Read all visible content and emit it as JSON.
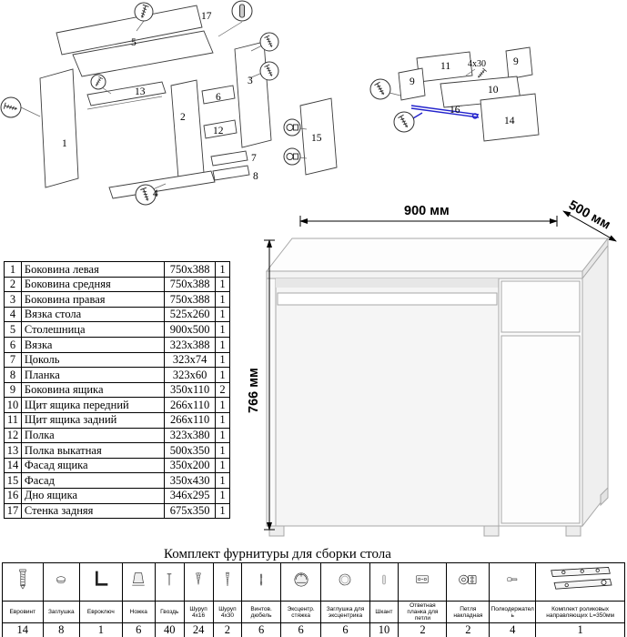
{
  "exploded_desk": {
    "labels": {
      "p1": "1",
      "p2": "2",
      "p3": "3",
      "p4": "4",
      "p5": "5",
      "p6": "6",
      "p7": "7",
      "p8": "8",
      "p12": "12",
      "p13": "13",
      "p15": "15",
      "p17": "17"
    }
  },
  "exploded_drawer": {
    "labels": {
      "p9a": "9",
      "p9b": "9",
      "p10": "10",
      "p11": "11",
      "p14": "14",
      "p16": "16"
    },
    "note": "4x30",
    "rail_color": "#2222cc"
  },
  "parts_table": {
    "rows": [
      {
        "num": "1",
        "name": "Боковина левая",
        "size": "750x388",
        "qty": "1"
      },
      {
        "num": "2",
        "name": "Боковина средняя",
        "size": "750x388",
        "qty": "1"
      },
      {
        "num": "3",
        "name": "Боковина правая",
        "size": "750x388",
        "qty": "1"
      },
      {
        "num": "4",
        "name": "Вязка стола",
        "size": "525x260",
        "qty": "1"
      },
      {
        "num": "5",
        "name": "Столешница",
        "size": "900x500",
        "qty": "1"
      },
      {
        "num": "6",
        "name": "Вязка",
        "size": "323x388",
        "qty": "1"
      },
      {
        "num": "7",
        "name": "Цоколь",
        "size": "323x74",
        "qty": "1"
      },
      {
        "num": "8",
        "name": "Планка",
        "size": "323x60",
        "qty": "1"
      },
      {
        "num": "9",
        "name": "Боковина ящика",
        "size": "350x110",
        "qty": "2"
      },
      {
        "num": "10",
        "name": "Щит ящика передний",
        "size": "266x110",
        "qty": "1"
      },
      {
        "num": "11",
        "name": "Щит ящика задний",
        "size": "266x110",
        "qty": "1"
      },
      {
        "num": "12",
        "name": "Полка",
        "size": "323x380",
        "qty": "1"
      },
      {
        "num": "13",
        "name": "Полка выкатная",
        "size": "500x350",
        "qty": "1"
      },
      {
        "num": "14",
        "name": "Фасад ящика",
        "size": "350x200",
        "qty": "1"
      },
      {
        "num": "15",
        "name": "Фасад",
        "size": "350x430",
        "qty": "1"
      },
      {
        "num": "16",
        "name": "Дно ящика",
        "size": "346x295",
        "qty": "1"
      },
      {
        "num": "17",
        "name": "Стенка задняя",
        "size": "675x350",
        "qty": "1"
      }
    ]
  },
  "desk_view": {
    "width": "900 мм",
    "depth": "500 мм",
    "height": "766 мм"
  },
  "hardware": {
    "title": "Комплект фурнитуры для сборки стола",
    "items": [
      {
        "name": "Евровинт",
        "qty": "14",
        "icon": "euroscrew"
      },
      {
        "name": "Заглушка",
        "qty": "8",
        "icon": "cap"
      },
      {
        "name": "Евроключ",
        "qty": "1",
        "icon": "hexkey"
      },
      {
        "name": "Ножка",
        "qty": "6",
        "icon": "foot"
      },
      {
        "name": "Гвоздь",
        "qty": "40",
        "icon": "nail"
      },
      {
        "name": "Шуруп 4x16",
        "qty": "24",
        "icon": "screw16"
      },
      {
        "name": "Шуруп 4x30",
        "qty": "2",
        "icon": "screw30"
      },
      {
        "name": "Винтов. дюбель",
        "qty": "6",
        "icon": "double-screw"
      },
      {
        "name": "Эксцентр. стяжка",
        "qty": "6",
        "icon": "cam"
      },
      {
        "name": "Заглушка для эксцентрика",
        "qty": "6",
        "icon": "cam-cap"
      },
      {
        "name": "Шкант",
        "qty": "10",
        "icon": "dowel"
      },
      {
        "name": "Ответная планка для петли",
        "qty": "2",
        "icon": "hinge-plate"
      },
      {
        "name": "Петля накладная",
        "qty": "2",
        "icon": "hinge"
      },
      {
        "name": "Полкодержатель",
        "qty": "4",
        "icon": "shelf-pin"
      },
      {
        "name": "Комплект роликовых направляющих L=350мм",
        "qty": "1",
        "icon": "rails"
      }
    ]
  }
}
